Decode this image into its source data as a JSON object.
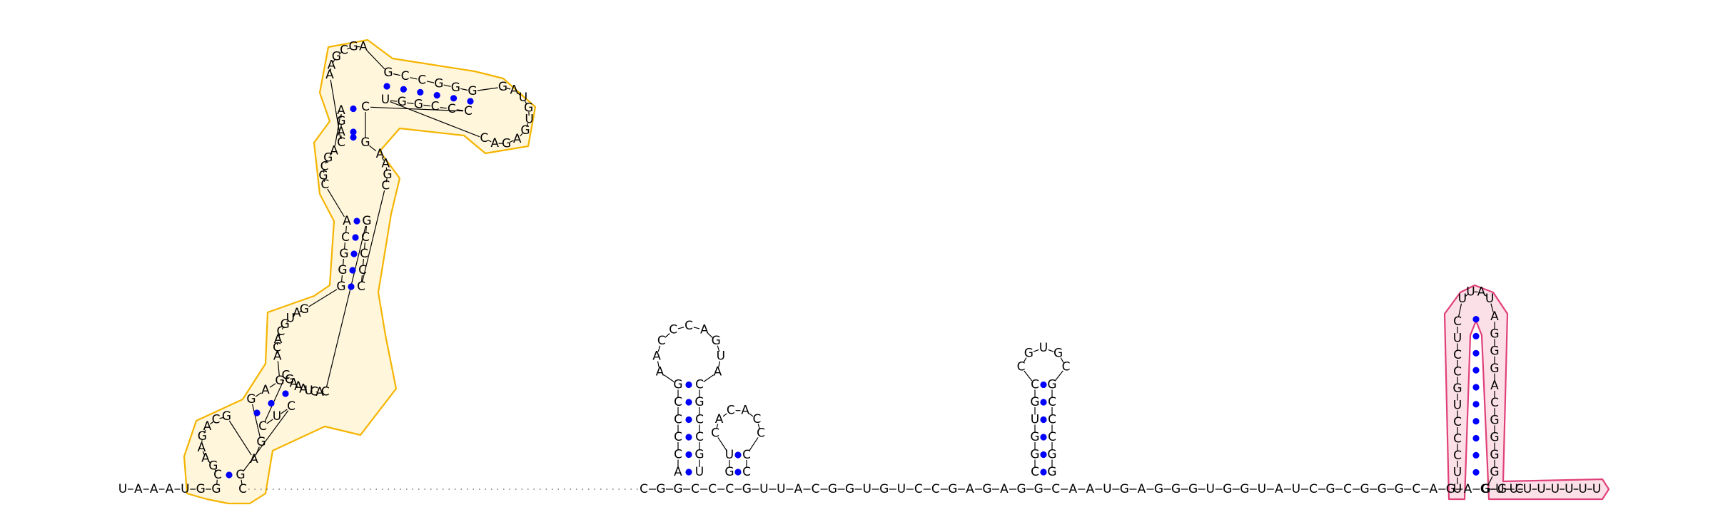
{
  "colors": {
    "highlight_yellow_fill": "#fff6dc",
    "highlight_yellow_stroke": "#f5b400",
    "highlight_yellow_solid": "#f5b400",
    "highlight_pink_fill": "#fbe0e8",
    "highlight_pink_stroke": "#e0407a",
    "base_pair": "#0000ff",
    "text": "#000000"
  },
  "strands": {
    "five_prime_tail": "UAAAUGG",
    "linker_dotted_end": "C",
    "bottom_strand": "CGGCCCGUUACGGUGUCCGAGAGGCAAUGAGGGUGGUAUCGCGGGCAGAGGC",
    "three_prime_tail": "GUUUUUUUU"
  },
  "hairpin1": {
    "left": "ACCCCG",
    "loop": "AACCCAGUA",
    "right": "CGCCGU"
  },
  "hairpin2": {
    "left": "GU",
    "loop": "CACACC",
    "right": "CC"
  },
  "hairpin3": {
    "left": "CGGUGC",
    "loop": "CGUGC",
    "right": "GCCCGG"
  },
  "terminator": {
    "left": "UUCCCUGCCUC",
    "loop": "UUAU",
    "right": "AGGGACGGGG"
  },
  "yellow_domain": {
    "s1_left": "C",
    "s1_right": "G",
    "l1_loop": "GAAGACG",
    "l1_right": "AG",
    "s2_left": "GAG",
    "s2_right": "CUC",
    "i2_left": "ACACGUAG",
    "i2_right": "CACUAAAGC",
    "s3_left": "GGGCA",
    "s3_right": "CCCCG",
    "i3_left": "CGCGA",
    "i3_right": "AAGC",
    "s4_left": "AGAC",
    "s4_right": "CG",
    "upper_loop": "AAGCGA",
    "s5_top": "GCCGGG",
    "s5_bottom": "UGGCCC",
    "right_loop": "GAUGUGAGAC",
    "highlighted_bases": "ACUA"
  }
}
